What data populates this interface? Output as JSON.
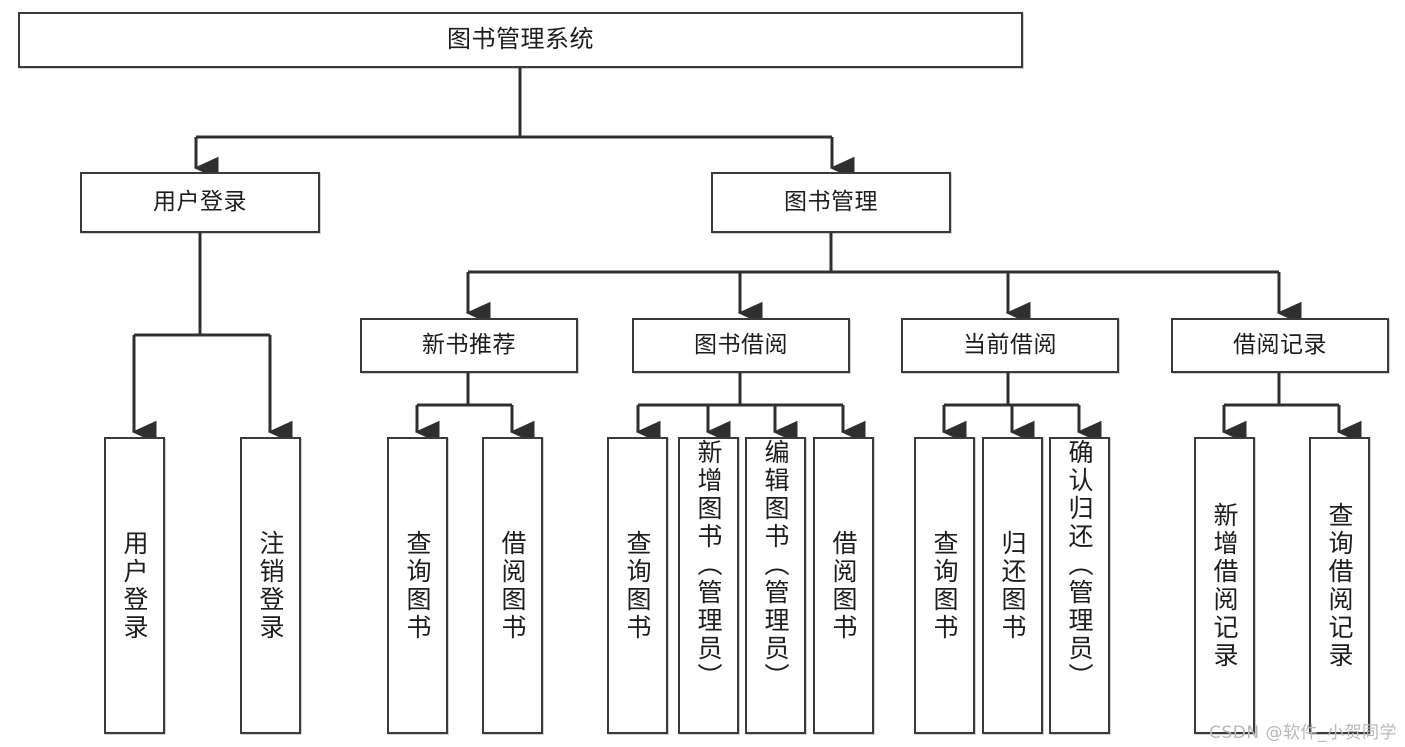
{
  "diagram": {
    "type": "tree-hierarchy-chart",
    "title": "图书管理系统",
    "orientation": "top-down",
    "colors": {
      "box_border": "#3a3a3a",
      "box_fill": "#ffffff",
      "connector": "#2f2f2f",
      "text": "#1d1d1d",
      "watermark": "#b9b9b9"
    },
    "root": {
      "label": "图书管理系统"
    },
    "level2": [
      {
        "label": "用户登录"
      },
      {
        "label": "图书管理"
      }
    ],
    "level3": [
      {
        "label": "新书推荐"
      },
      {
        "label": "图书借阅"
      },
      {
        "label": "当前借阅"
      },
      {
        "label": "借阅记录"
      }
    ],
    "leaves": {
      "user_login": [
        {
          "label": "用户登录"
        },
        {
          "label": "注销登录"
        }
      ],
      "new_book_recommend": [
        {
          "label": "查询图书"
        },
        {
          "label": "借阅图书"
        }
      ],
      "book_borrow": [
        {
          "label": "查询图书"
        },
        {
          "label": "新增图书（管理员）"
        },
        {
          "label": "编辑图书（管理员）"
        },
        {
          "label": "借阅图书"
        }
      ],
      "current_borrow": [
        {
          "label": "查询图书"
        },
        {
          "label": "归还图书"
        },
        {
          "label": "确认归还（管理员）"
        }
      ],
      "borrow_record": [
        {
          "label": "新增借阅记录"
        },
        {
          "label": "查询借阅记录"
        }
      ]
    }
  },
  "watermark": {
    "text": "CSDN @软件_小贺同学"
  }
}
